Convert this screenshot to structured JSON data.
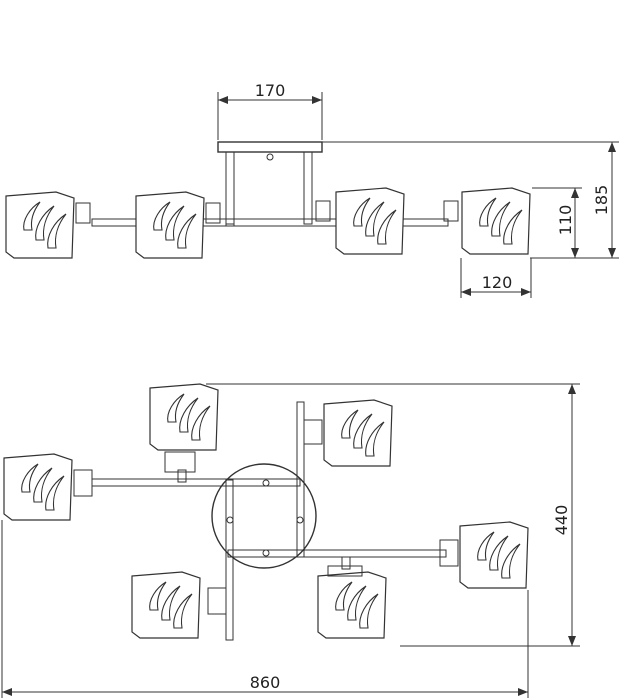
{
  "drawing": {
    "type": "technical drawing",
    "views": [
      "side-view",
      "top-view"
    ]
  },
  "dimensions": {
    "canopy_width": "170",
    "total_height": "185",
    "shade_height": "110",
    "shade_width": "120",
    "top_depth": "440",
    "total_width": "860"
  },
  "colors": {
    "line": "#333333",
    "background": "#ffffff"
  }
}
